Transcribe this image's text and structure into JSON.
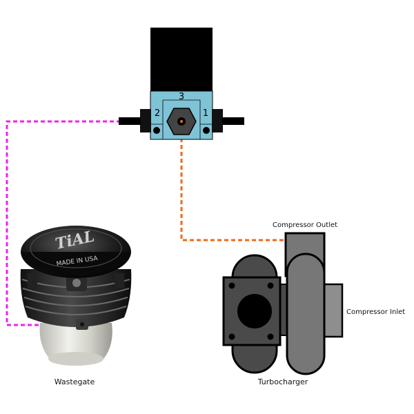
{
  "solenoid": {
    "port_top": "3",
    "port_left": "2",
    "port_right": "1"
  },
  "turbo": {
    "compressor_outlet": "Compressor Outlet",
    "compressor_inlet": "Compressor Inlet",
    "caption": "Turbocharger"
  },
  "wastegate": {
    "caption": "Wastegate",
    "cap_text": "MADE IN USA",
    "logo_text": "TiAL"
  },
  "colors": {
    "solenoid_body": "#7fc3d6",
    "solenoid_coil": "#000000",
    "line_wastegate": "#ee22ee",
    "line_compressor": "#ee6a1a",
    "turbo_dark": "#4a4a4a",
    "turbo_mid": "#777777",
    "turbo_light": "#8e8e8e"
  }
}
